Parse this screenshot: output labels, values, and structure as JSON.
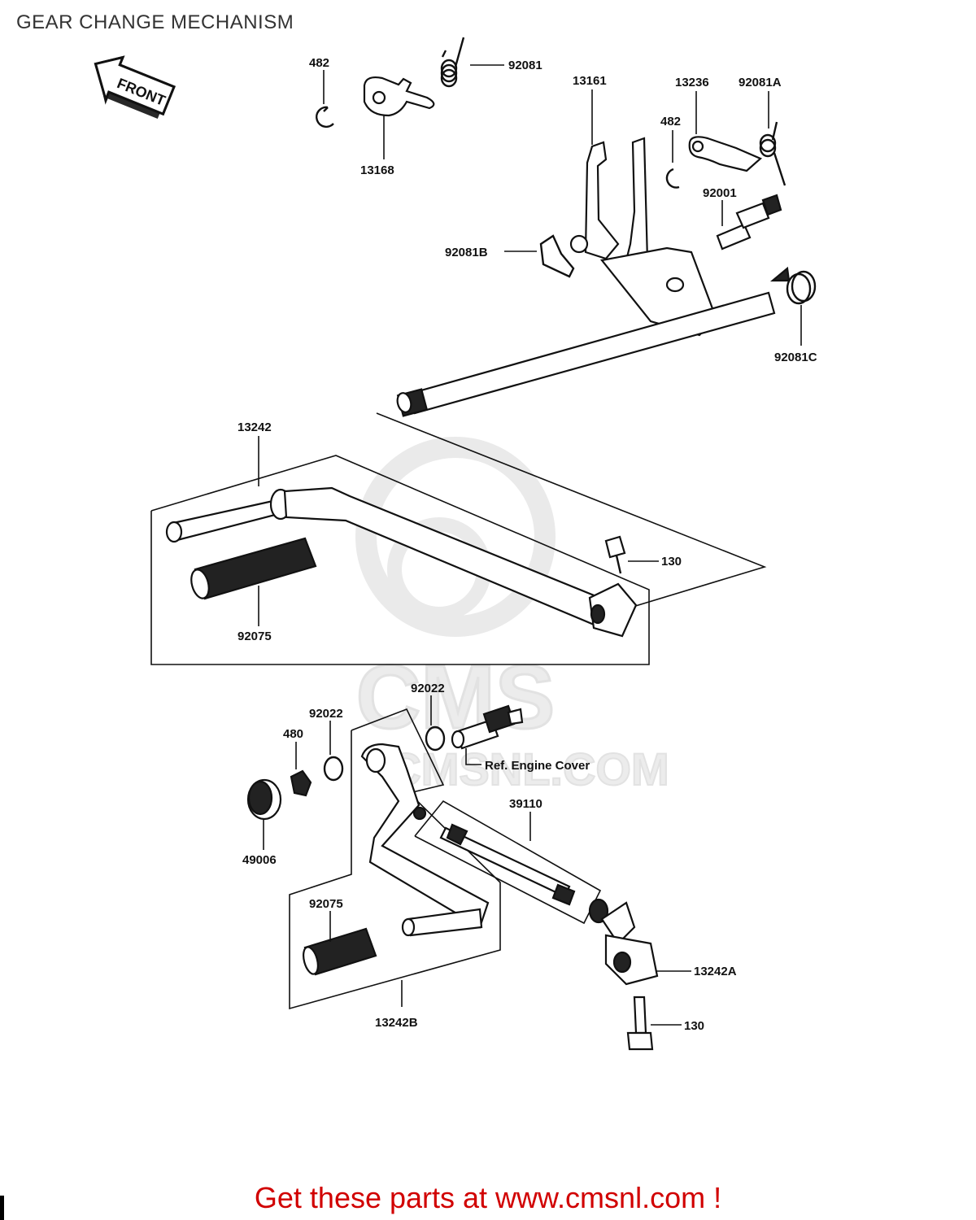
{
  "title": "GEAR CHANGE MECHANISM",
  "front_arrow": {
    "label": "FRONT",
    "icon": "front-arrow-icon"
  },
  "labels": {
    "p482_top": "482",
    "p13168": "13168",
    "p92081": "92081",
    "p13161": "13161",
    "p13236": "13236",
    "p92081A": "92081A",
    "p482_mid": "482",
    "p92001": "92001",
    "p92081B": "92081B",
    "p92081C": "92081C",
    "p13242": "13242",
    "p130_top": "130",
    "p92075_top": "92075",
    "p92022_right": "92022",
    "p92022_left": "92022",
    "p480": "480",
    "ref_engine_cover": "Ref.  Engine Cover",
    "p49006": "49006",
    "p39110": "39110",
    "p92075_bottom": "92075",
    "p13242A": "13242A",
    "p130_bottom": "130",
    "p13242B": "13242B"
  },
  "watermark": {
    "line1": "CMS",
    "line2": "CMSNL.COM"
  },
  "promo": "Get these parts at www.cmsnl.com !",
  "colors": {
    "promo": "#d10000",
    "title": "#333333",
    "line": "#111111",
    "watermark": "#e9e9e9"
  }
}
